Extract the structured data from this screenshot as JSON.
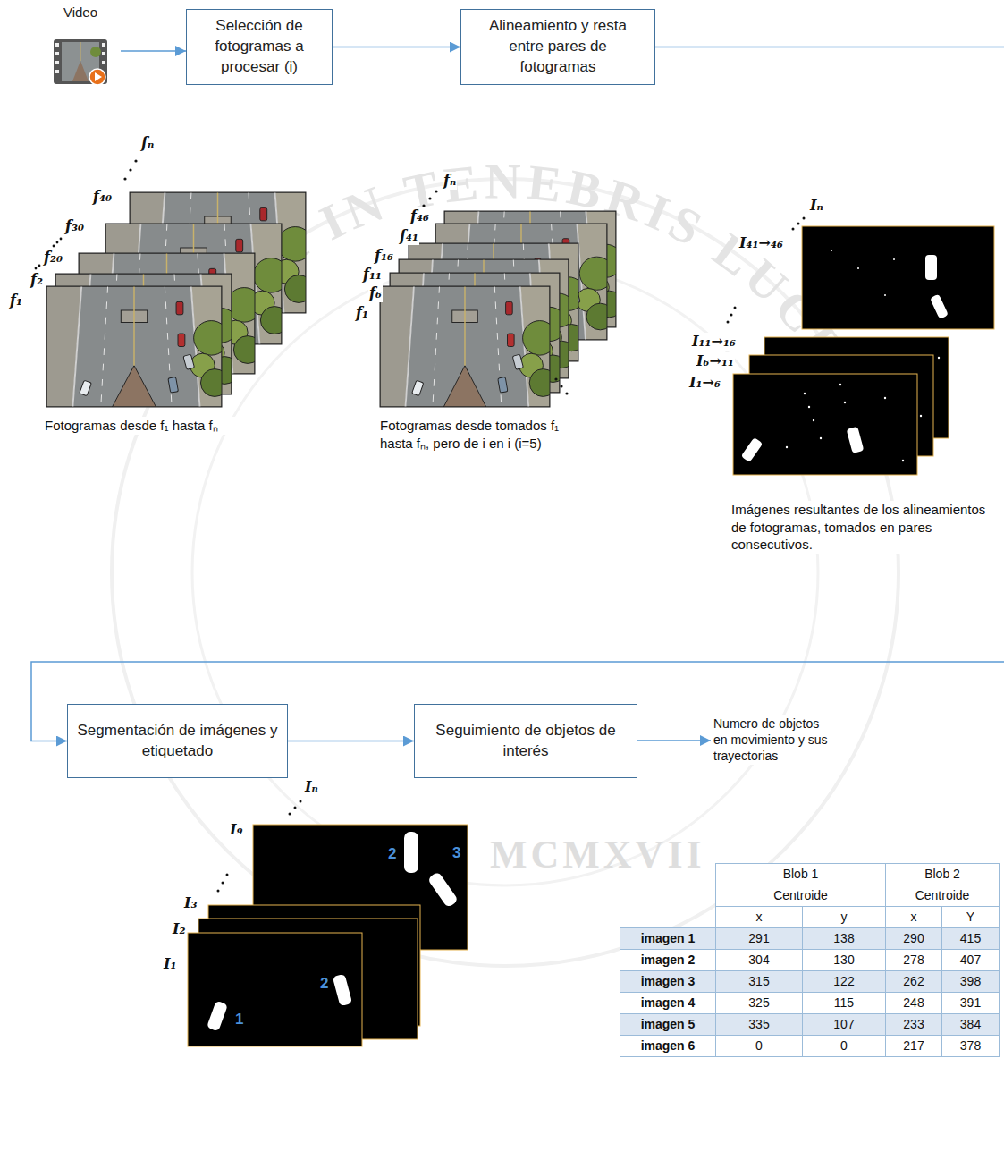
{
  "diagram": {
    "nodes": [
      {
        "text": [
          "Video"
        ]
      },
      {
        "text": [
          "Selección de fotogramas a procesar (i)"
        ]
      },
      {
        "text": [
          "Alineamiento y resta entre pares de fotogramas"
        ]
      },
      {
        "text": [
          "Segmentación de imágenes y etiquetado"
        ]
      },
      {
        "text": [
          "Seguimiento de objetos de interés"
        ]
      }
    ],
    "edges": [
      {
        "from": 0,
        "to": 1,
        "arrow": "to"
      },
      {
        "from": 1,
        "to": 2,
        "arrow": "to"
      },
      {
        "from": 2,
        "to": 3,
        "arrow": "to"
      },
      {
        "from": 3,
        "to": 4,
        "arrow": "to"
      }
    ],
    "labels": [
      "fₙ",
      "f₄₀",
      "f₃₀",
      "f₂₀",
      "f₂",
      "f₁",
      "Fotogramas desde f₁ hasta fₙ",
      "fₙ",
      "f₄₆",
      "f₄₁",
      "f₁₆",
      "f₁₁",
      "f₆",
      "f₁",
      "Fotogramas desde tomados f₁ hasta fₙ, pero de i en i (i=5)",
      "Iₙ",
      "I₄₁→₄₆",
      "I₁₁→₁₆",
      "I₆→₁₁",
      "I₁→₆",
      "Imágenes resultantes de los alineamientos de fotogramas, tomados en pares consecutivos.",
      "Numero de objetos en movimiento y sus trayectorias",
      "Iₙ",
      "I₉",
      "I₃",
      "I₂",
      "I₁",
      "1",
      "2",
      "2",
      "3",
      "Blob 1",
      "Blob 2",
      "Centroide",
      "Centroide",
      "x",
      "y",
      "x",
      "Y",
      "imagen 1",
      "291",
      "138",
      "290",
      "415",
      "imagen 2",
      "304",
      "130",
      "278",
      "407",
      "imagen 3",
      "315",
      "122",
      "262",
      "398",
      "imagen 4",
      "325",
      "115",
      "248",
      "391",
      "imagen 5",
      "335",
      "107",
      "233",
      "384",
      "imagen 6",
      "0",
      "0",
      "217",
      "378",
      "ET LUX IN TENEBRIS LUCET",
      "MCMXVII"
    ]
  }
}
